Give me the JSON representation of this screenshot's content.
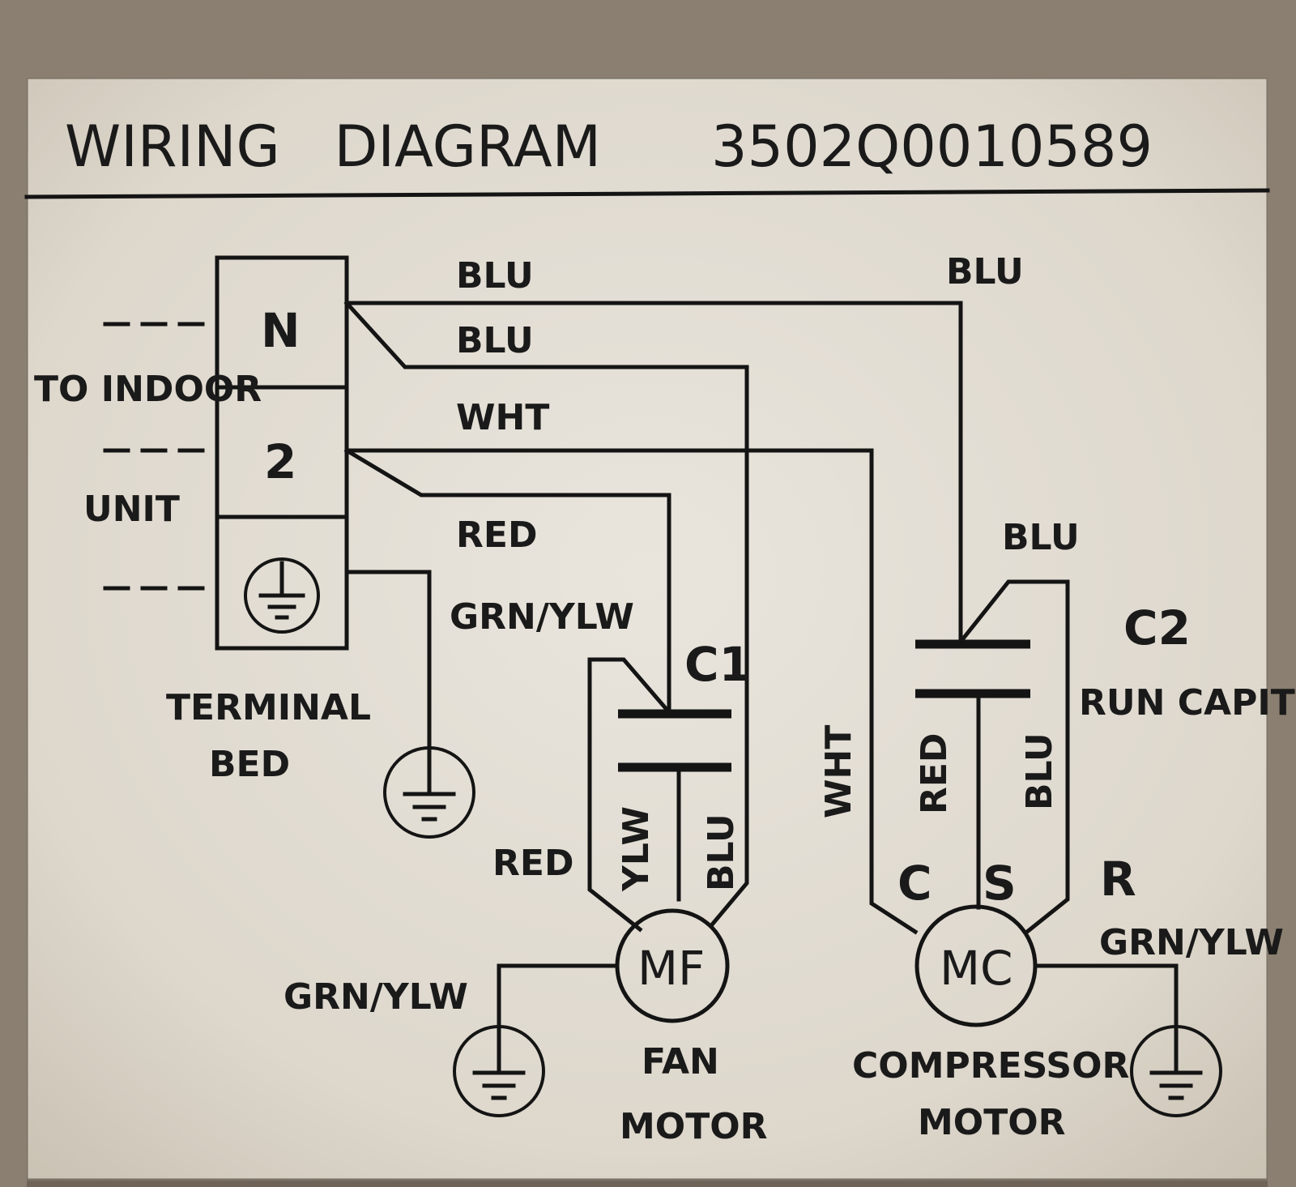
{
  "header": {
    "title": "WIRING   DIAGRAM",
    "part_number": "3502Q0010589"
  },
  "terminal": {
    "n_label": "N",
    "two_label": "2",
    "side_label_1": "TO INDOOR",
    "side_label_2": "UNIT",
    "name_line1": "TERMINAL",
    "name_line2": "BED"
  },
  "wires": {
    "blu_top": "BLU",
    "blu_mid": "BLU",
    "wht": "WHT",
    "red": "RED",
    "grn_ylw": "GRN/YLW",
    "blu_c2_top": "BLU",
    "blu_c2_side": "BLU",
    "wht_vertical": "WHT",
    "red_vertical": "RED",
    "blu_vertical": "BLU",
    "ylw_fan": "YLW",
    "blu_fan": "BLU",
    "red_fan": "RED",
    "grn_ylw_fan": "GRN/YLW",
    "grn_ylw_comp": "GRN/YLW"
  },
  "capacitors": {
    "c1": "C1",
    "c2": "C2",
    "c2_desc": "RUN CAPITOR"
  },
  "fan": {
    "symbol": "MF",
    "name_line1": "FAN",
    "name_line2": "MOTOR"
  },
  "compressor": {
    "symbol": "MC",
    "pin_c": "C",
    "pin_s": "S",
    "pin_r": "R",
    "name_line1": "COMPRESSOR",
    "name_line2": "MOTOR"
  }
}
